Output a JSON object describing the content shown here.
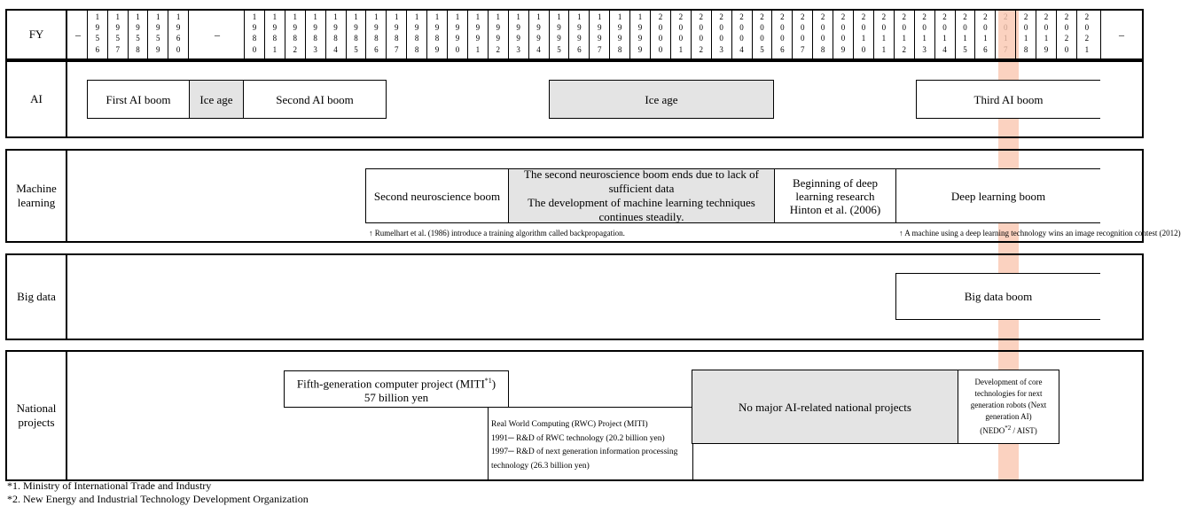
{
  "fy_row": {
    "label": "FY",
    "dash_left": "–",
    "dash_mid": "–",
    "dash_right": "–",
    "years_a": [
      "1956",
      "1957",
      "1958",
      "1959",
      "1960"
    ],
    "years_b": [
      "1980",
      "1981",
      "1982",
      "1983",
      "1984",
      "1985",
      "1986",
      "1987",
      "1988",
      "1989",
      "1990",
      "1991",
      "1992",
      "1993",
      "1994",
      "1995",
      "1996",
      "1997",
      "1998",
      "1999",
      "2000",
      "2001",
      "2002",
      "2003",
      "2004",
      "2005",
      "2006",
      "2007",
      "2008",
      "2009",
      "2010",
      "2011",
      "2012",
      "2013",
      "2014",
      "2015",
      "2016",
      "2017",
      "2018",
      "2019",
      "2020",
      "2021"
    ],
    "highlight_year": "2017",
    "highlight_color": "#fbd2c0"
  },
  "ai_row": {
    "label": "AI",
    "first_ai_boom": "First AI boom",
    "ice_age_1": "Ice age",
    "second_ai_boom": "Second AI boom",
    "ice_age_2": "Ice age",
    "third_ai_boom": "Third AI boom"
  },
  "ml_row": {
    "label_line1": "Machine",
    "label_line2": "learning",
    "second_neuro_boom": "Second neuroscience boom",
    "neuro_end_1": "The second neuroscience boom ends due to lack of",
    "neuro_end_2": "sufficient data",
    "neuro_end_3": "The development of machine learning techniques",
    "neuro_end_4": "continues steadily.",
    "deep_begin_1": "Beginning of deep",
    "deep_begin_2": "learning research",
    "deep_begin_3": "Hinton et al. (2006)",
    "deep_boom": "Deep learning boom",
    "note_backprop": "↑ Rumelhart et al. (1986) introduce a training algorithm called backpropagation.",
    "note_contest": "↑ A machine using a deep learning technology wins an image recognition contest (2012)"
  },
  "bigdata_row": {
    "label": "Big data",
    "big_data_boom": "Big data boom"
  },
  "national_row": {
    "label_line1": "National",
    "label_line2": "projects",
    "fifth_gen_1": "Fifth-generation computer project (MITI",
    "fifth_gen_sup": "*1",
    "fifth_gen_close": ")",
    "fifth_gen_2": "57 billion yen",
    "rwc_1": "Real World Computing (RWC) Project (MITI)",
    "rwc_2": "1991─ R&D of RWC technology (20.2 billion yen)",
    "rwc_3": "1997─ R&D of next generation information processing",
    "rwc_4": "technology (26.3 billion yen)",
    "no_major": "No major AI-related national projects",
    "core_1": "Development of core",
    "core_2": "technologies for next",
    "core_3": "generation robots (Next",
    "core_4": "generation AI)",
    "core_5a": "(NEDO",
    "core_sup": "*2",
    "core_5b": " / AIST)"
  },
  "footnotes": {
    "f1": "*1. Ministry of International Trade and Industry",
    "f2": "*2. New Energy and Industrial Technology Development Organization"
  },
  "colors": {
    "gray_fill": "#e4e4e4",
    "highlight": "#fbd2c0"
  }
}
